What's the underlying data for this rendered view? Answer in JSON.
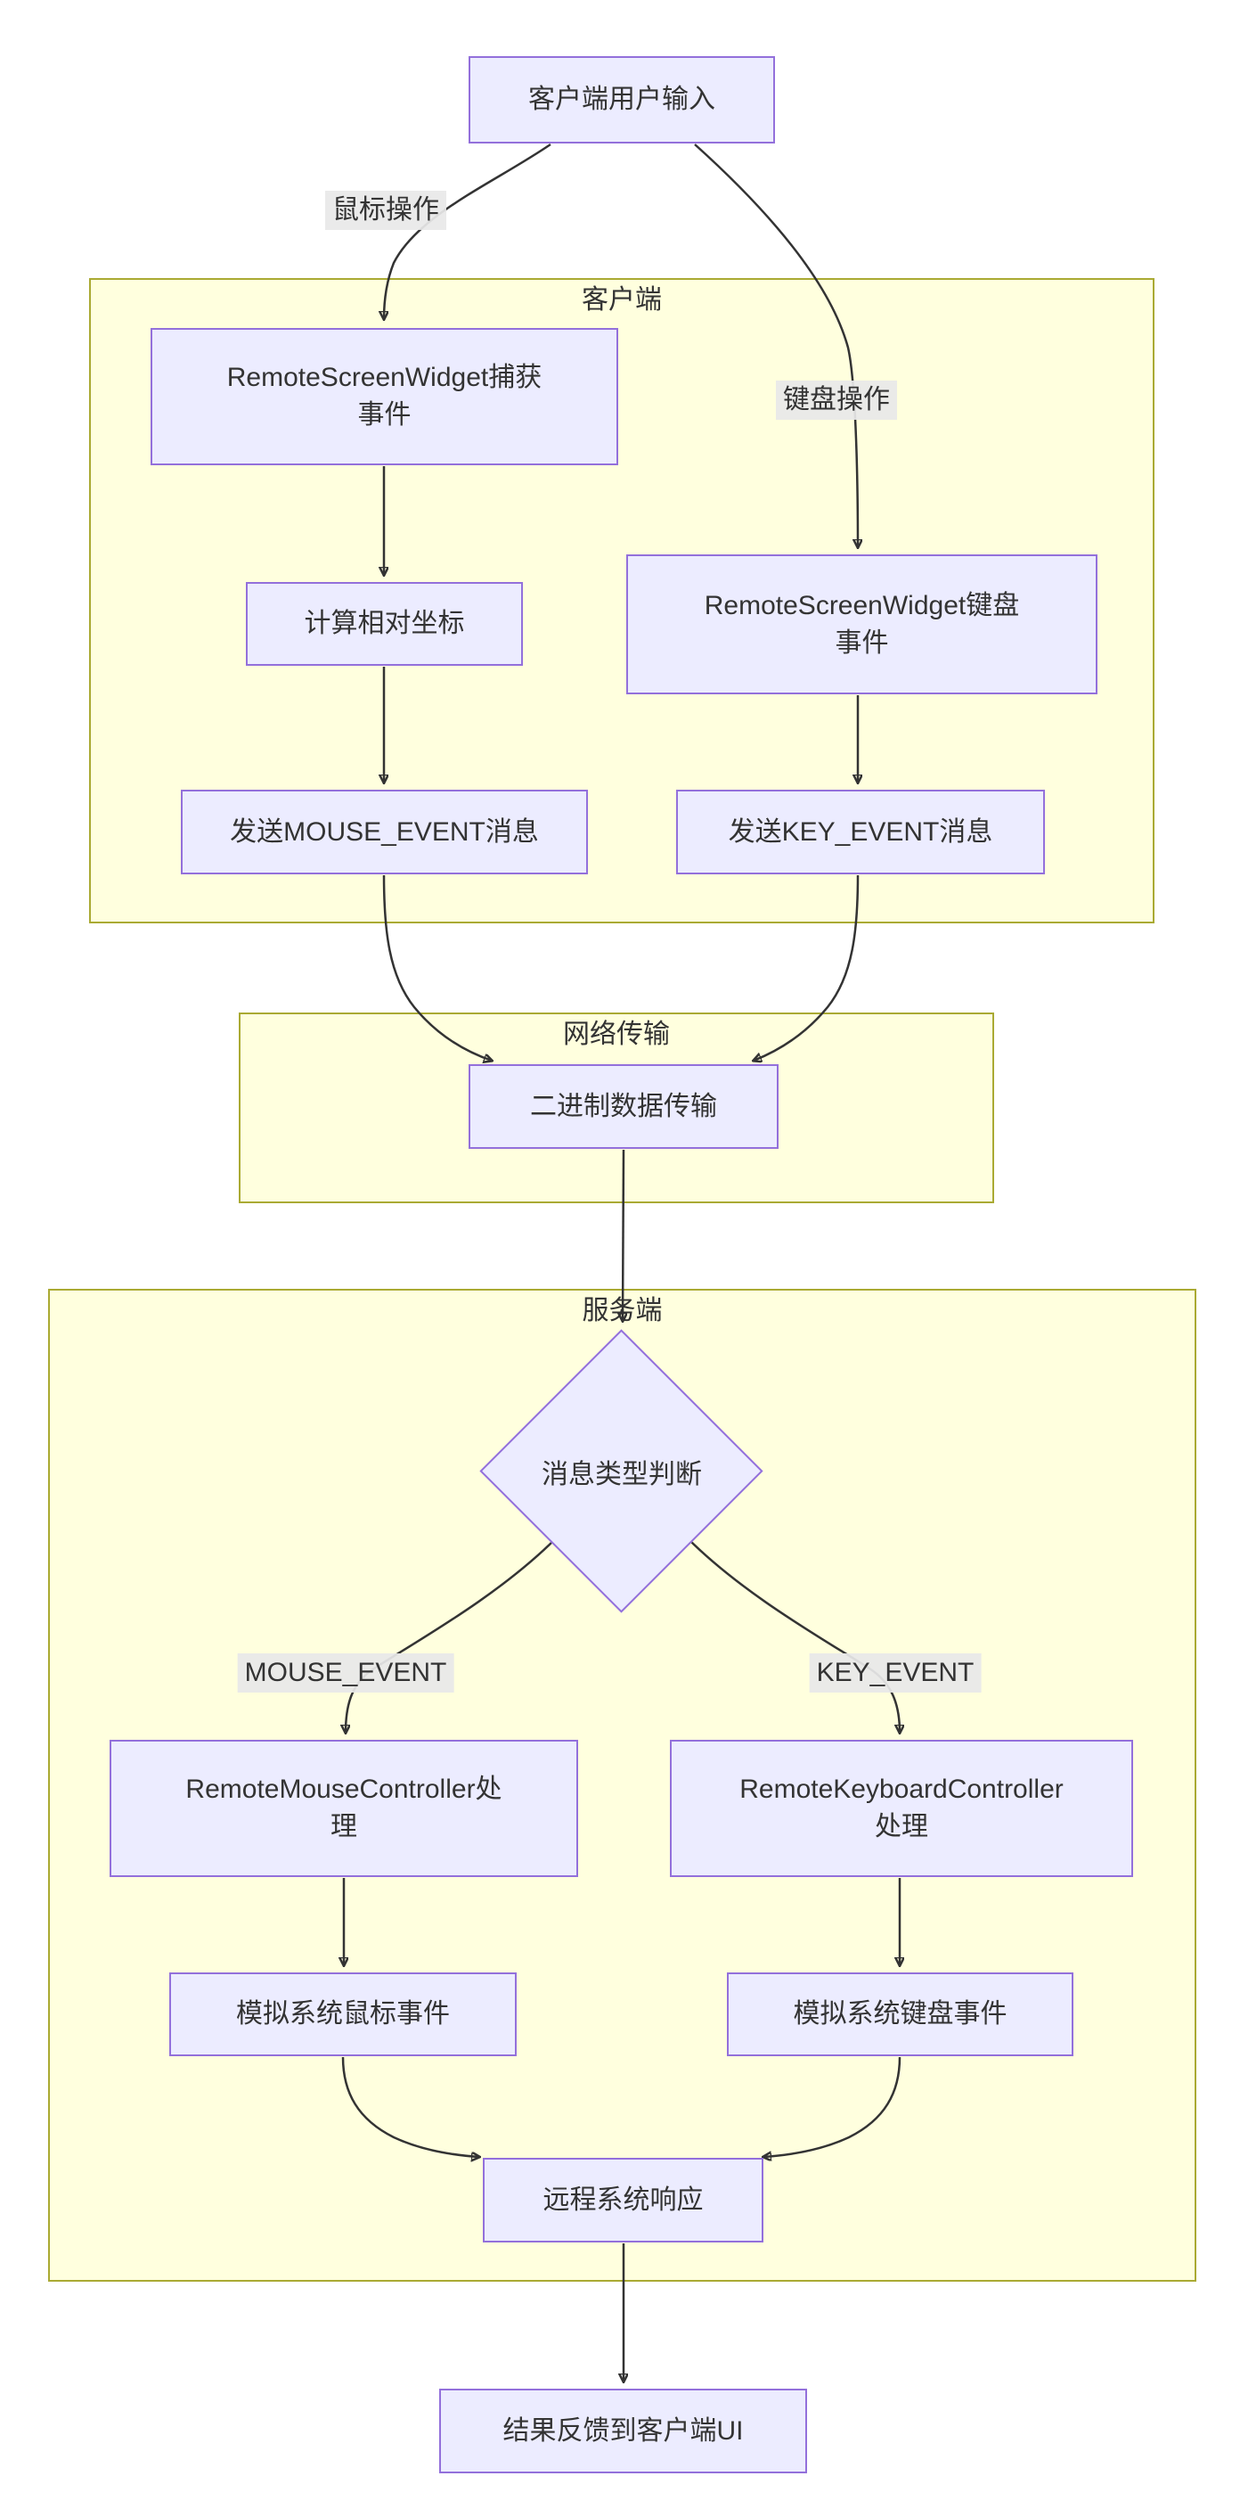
{
  "diagram": {
    "nodes": {
      "user_input": "客户端用户输入",
      "capture_event": "RemoteScreenWidget捕获\n事件",
      "calc_coords": "计算相对坐标",
      "send_mouse": "发送MOUSE_EVENT消息",
      "keyboard_event": "RemoteScreenWidget键盘\n事件",
      "send_key": "发送KEY_EVENT消息",
      "binary_transfer": "二进制数据传输",
      "msg_type_decision": "消息类型判断",
      "mouse_controller": "RemoteMouseController处\n理",
      "keyboard_controller": "RemoteKeyboardController\n处理",
      "sim_mouse": "模拟系统鼠标事件",
      "sim_key": "模拟系统键盘事件",
      "remote_response": "远程系统响应",
      "result_feedback": "结果反馈到客户端UI"
    },
    "subgraphs": {
      "client": "客户端",
      "network": "网络传输",
      "server": "服务端"
    },
    "edge_labels": {
      "mouse_op": "鼠标操作",
      "key_op": "键盘操作",
      "mouse_event": "MOUSE_EVENT",
      "key_event": "KEY_EVENT"
    },
    "colors": {
      "node_fill": "#ECECFF",
      "node_border": "#9370DB",
      "subgraph_fill": "#FFFFDE",
      "subgraph_border": "#AAAA33",
      "edge": "#333333",
      "text": "#333333",
      "edge_label_bg": "#E8E8E8"
    }
  }
}
